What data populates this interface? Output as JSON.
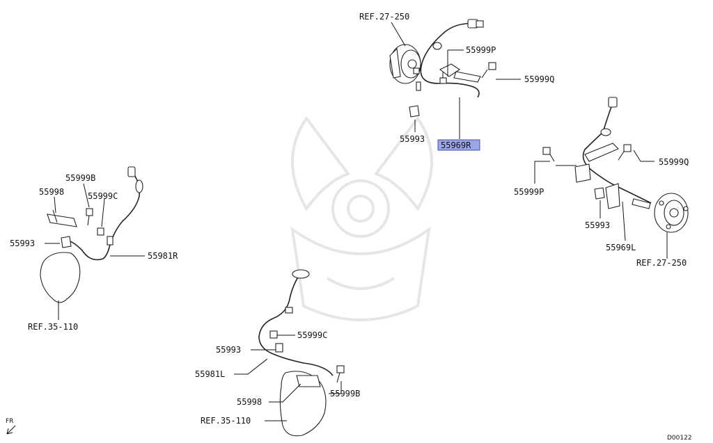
{
  "diagram": {
    "code": "D00122",
    "fr_label": "FR",
    "colors": {
      "highlight": "#9aa6e8",
      "line": "#111111"
    },
    "labels": {
      "ref_27_250_top": "REF.27-250",
      "p55999p_top": "55999P",
      "p55999q_top": "55999Q",
      "p55993_top": "55993",
      "p55969r": "55969R",
      "p55999q_right": "55999Q",
      "p55999p_right": "55999P",
      "p55993_right": "55993",
      "p55969l": "55969L",
      "ref_27_250_right": "REF.27-250",
      "p55999b_left": "55999B",
      "p55998_left": "55998",
      "p55999c_left": "55999C",
      "p55993_left": "55993",
      "p55981r": "55981R",
      "ref_35_110_left": "REF.35-110",
      "p55999c_bottom": "55999C",
      "p55993_bottom": "55993",
      "p55981l": "55981L",
      "p55999b_bottom": "55999B",
      "p55998_bottom": "55998",
      "ref_35_110_bottom": "REF.35-110"
    }
  }
}
